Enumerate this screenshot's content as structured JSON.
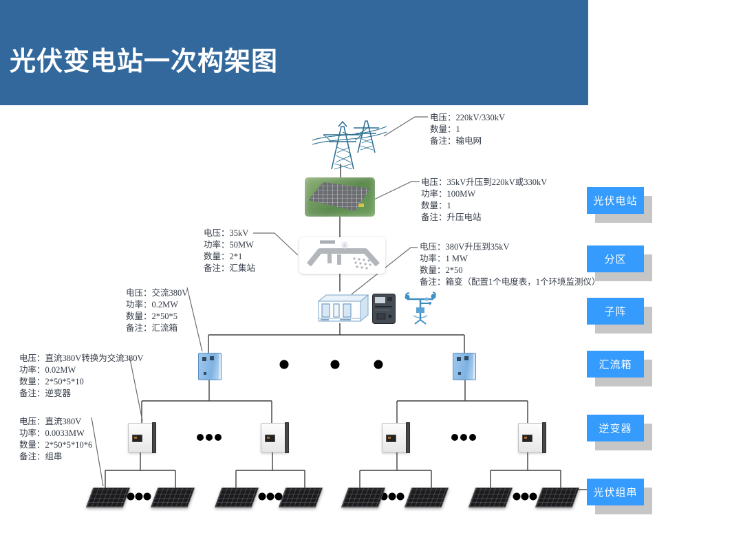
{
  "header": {
    "title": "光伏变电站一次构架图"
  },
  "colors": {
    "banner": "#33689c",
    "label_box": "#359bfc",
    "label_shadow": "#c6c6c6",
    "annotation_text": "#333a45",
    "line": "#3f3f3f",
    "leader": "#6b6b6b",
    "panel": "#1b1b1d",
    "tower_blue": "#2a6f91"
  },
  "annotations": {
    "grid": {
      "lines": [
        "电压：220kV/330kV",
        "数量：1",
        "备注：输电网"
      ]
    },
    "step_up": {
      "lines": [
        "电压：35kV升压到220kV或330kV",
        "功率：100MW",
        "数量：1",
        "备注：升压电站"
      ]
    },
    "collection": {
      "lines": [
        "电压：35kV",
        "功率：50MW",
        "数量：2*1",
        "备注：汇集站"
      ]
    },
    "box_transformer": {
      "lines": [
        "电压：380V升压到35kV",
        "功率：1 MW",
        "数量：2*50",
        "备注：箱变（配置1个电度表，1个环境监测仪）"
      ]
    },
    "combiner": {
      "lines": [
        "电压：交流380V",
        "功率：0.2MW",
        "数量：2*50*5",
        "备注：汇流箱"
      ]
    },
    "inverter": {
      "lines": [
        "电压：直流380V转换为交流380V",
        "功率：0.02MW",
        "数量：2*50*5*10",
        "备注：逆变器"
      ]
    },
    "pv_string": {
      "lines": [
        "电压：直流380V",
        "功率：0.0033MW",
        "数量：2*50*5*10*6",
        "备注：组串"
      ]
    }
  },
  "side_labels": {
    "pv_station": "光伏电站",
    "partition": "分区",
    "sub_array": "子阵",
    "combiner": "汇流箱",
    "inverter": "逆变器",
    "pv_string": "光伏组串"
  }
}
